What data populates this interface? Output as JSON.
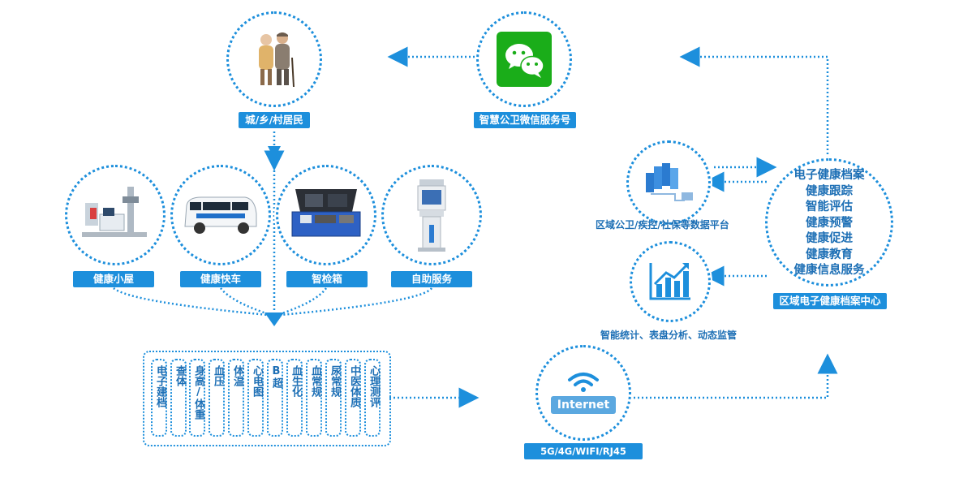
{
  "diagram": {
    "nodes": {
      "residents": {
        "label": "城/乡/村居民",
        "icon": "elderly-couple-icon"
      },
      "wechat": {
        "label": "智慧公卫微信服务号",
        "icon": "wechat-icon"
      },
      "cabin": {
        "label": "健康小屋",
        "icon": "health-cabin-equipment-icon"
      },
      "van": {
        "label": "健康快车",
        "icon": "ambulance-van-icon"
      },
      "kit": {
        "label": "智检箱",
        "icon": "medical-case-icon"
      },
      "kiosk": {
        "label": "自助服务",
        "icon": "self-service-kiosk-icon"
      },
      "platform": {
        "label": "区域公卫/疾控/社保等数据平台",
        "icon": "server-network-icon"
      },
      "analytics": {
        "label": "智能统计、表盘分析、动态监管",
        "icon": "bar-chart-trend-icon"
      },
      "network": {
        "label": "5G/4G/WIFI/RJ45",
        "icon_text": "Internet",
        "icon": "wifi-icon"
      },
      "records_center": {
        "label": "区域电子健康档案中心",
        "items": [
          "电子健康档案",
          "健康跟踪",
          "智能评估",
          "健康预警",
          "健康促进",
          "健康教育",
          "健康信息服务"
        ]
      }
    },
    "exam_items": [
      "电子建档",
      "查体",
      "身高/体重",
      "血压",
      "体温",
      "心电图",
      "B超",
      "血生化",
      "血常规",
      "尿常规",
      "中医体质",
      "心理测评"
    ],
    "colors": {
      "primary": "#1d8fdc",
      "text": "#1d6fb5",
      "wechat_green": "#1aad19"
    }
  }
}
